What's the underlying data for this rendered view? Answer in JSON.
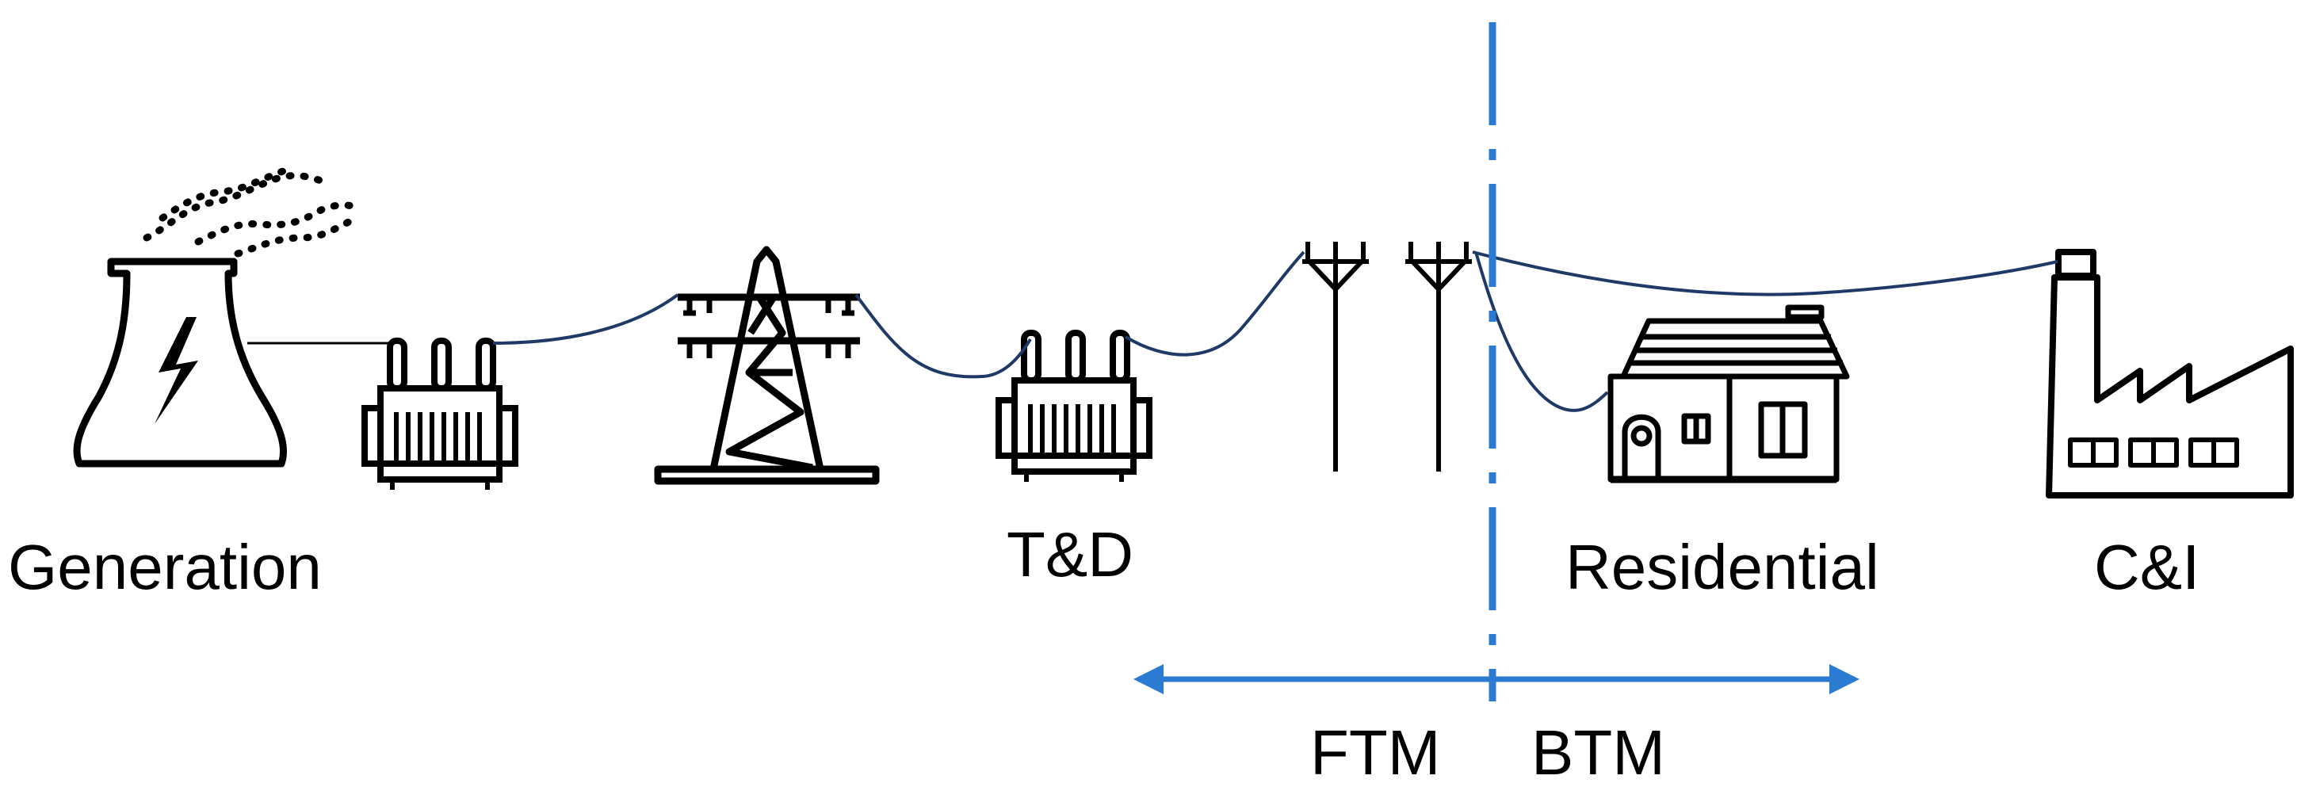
{
  "labels": {
    "generation": "Generation",
    "td": "T&D",
    "residential": "Residential",
    "ci": "C&I",
    "ftm": "FTM",
    "btm": "BTM"
  },
  "colors": {
    "divider": "#2a7bd1",
    "wire": "#1f3a66",
    "icon_stroke": "#000000"
  },
  "icons": [
    "power-plant-icon",
    "transformer-icon",
    "transmission-tower-icon",
    "utility-pole-icon",
    "house-icon",
    "factory-icon"
  ]
}
